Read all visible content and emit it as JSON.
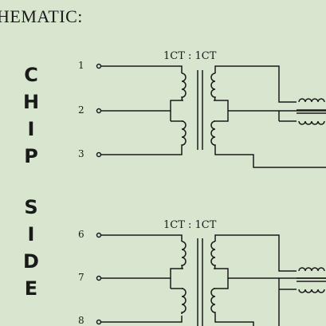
{
  "header": {
    "title": "HEMATIC:"
  },
  "side_label": {
    "letters": [
      "C",
      "H",
      "I",
      "P",
      "S",
      "I",
      "D",
      "E"
    ]
  },
  "transformers": [
    {
      "ratio_label": "1CT : 1CT",
      "pins": [
        "1",
        "2",
        "3"
      ]
    },
    {
      "ratio_label": "1CT : 1CT",
      "pins": [
        "6",
        "7",
        "8"
      ]
    }
  ],
  "colors": {
    "background": "#d9e6cf",
    "line": "#1a1a1a"
  }
}
